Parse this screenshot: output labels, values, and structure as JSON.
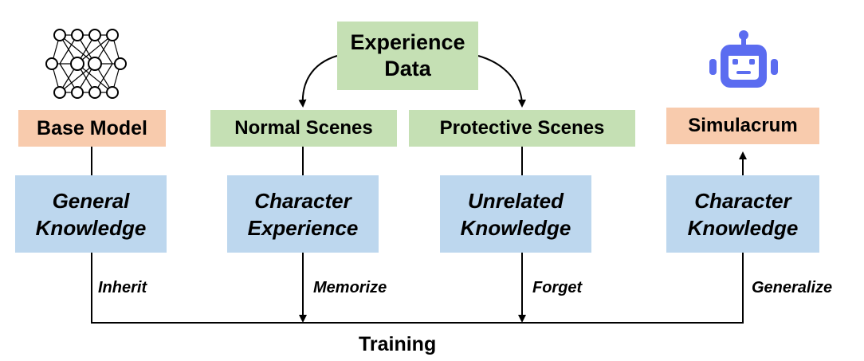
{
  "experience_data": "Experience\nData",
  "scenes": {
    "normal": "Normal Scenes",
    "protective": "Protective Scenes"
  },
  "base_model": "Base Model",
  "simulacrum": "Simulacrum",
  "knowledge": {
    "general": "General\nKnowledge",
    "character_experience": "Character\nExperience",
    "unrelated": "Unrelated\nKnowledge",
    "character": "Character\nKnowledge"
  },
  "operations": {
    "inherit": "Inherit",
    "memorize": "Memorize",
    "forget": "Forget",
    "generalize": "Generalize"
  },
  "training": "Training",
  "icons": [
    "neural-network-icon",
    "robot-icon"
  ],
  "colors": {
    "green": "#c5e0b4",
    "orange": "#f8cbad",
    "blue": "#bdd7ee",
    "robot": "#5b6cf0"
  }
}
